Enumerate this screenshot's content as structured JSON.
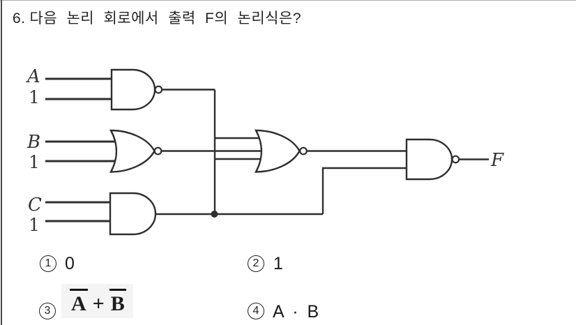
{
  "question": {
    "number": "6.",
    "text": "다음 논리 회로에서 출력 F의 논리식은?"
  },
  "circuit": {
    "line_color": "#2e2e2e",
    "inputs": [
      {
        "label": "A",
        "value": "1"
      },
      {
        "label": "B",
        "value": "1"
      },
      {
        "label": "C",
        "value": "1"
      }
    ],
    "gates": [
      {
        "name": "nand-gate-a",
        "type": "NAND"
      },
      {
        "name": "nor-gate-b",
        "type": "NOR"
      },
      {
        "name": "and-gate-c",
        "type": "AND"
      },
      {
        "name": "nor-gate-middle",
        "type": "NOR"
      },
      {
        "name": "nand-gate-output",
        "type": "NAND"
      }
    ],
    "output_label": "F"
  },
  "options": [
    {
      "digit": "1",
      "label": "0"
    },
    {
      "digit": "2",
      "label": "1"
    },
    {
      "digit": "3",
      "formula": {
        "term1": "A",
        "operator": "+",
        "term2": "B"
      }
    },
    {
      "digit": "4",
      "label": "A · B"
    }
  ]
}
